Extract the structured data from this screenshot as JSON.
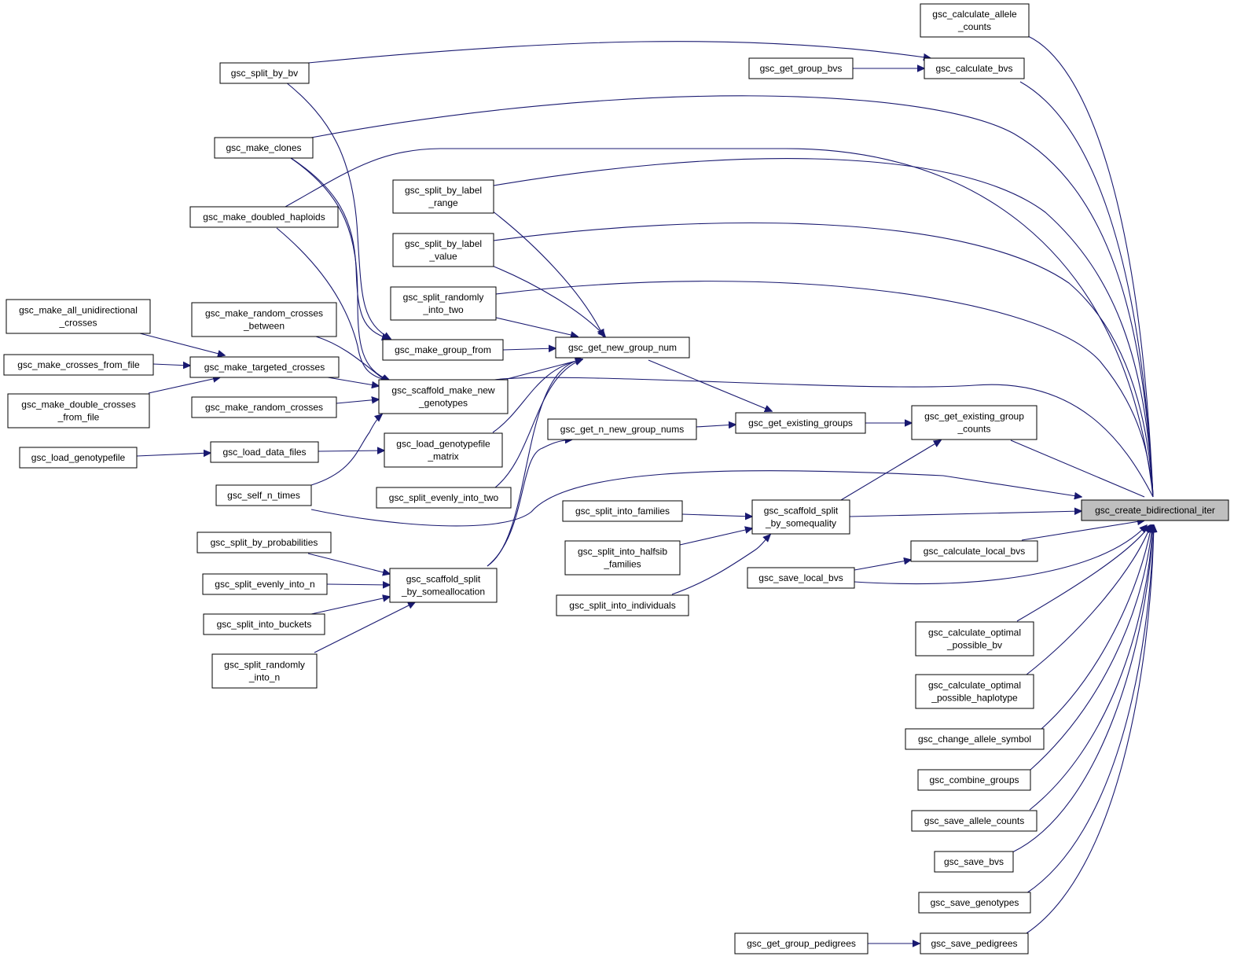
{
  "graph": {
    "colors": {
      "edge": "#191970",
      "node_border": "#000000",
      "node_fill": "#ffffff",
      "highlight_fill": "#bfbfbf"
    },
    "focus": "gsc_create_bidirectional_iter",
    "nodes": {
      "calc_allele_counts": {
        "lines": [
          "gsc_calculate_allele",
          "_counts"
        ]
      },
      "get_group_bvs": {
        "lines": [
          "gsc_get_group_bvs"
        ]
      },
      "calc_bvs": {
        "lines": [
          "gsc_calculate_bvs"
        ]
      },
      "split_by_bv": {
        "lines": [
          "gsc_split_by_bv"
        ]
      },
      "make_clones": {
        "lines": [
          "gsc_make_clones"
        ]
      },
      "split_label_range": {
        "lines": [
          "gsc_split_by_label",
          "_range"
        ]
      },
      "make_dh": {
        "lines": [
          "gsc_make_doubled_haploids"
        ]
      },
      "split_label_value": {
        "lines": [
          "gsc_split_by_label",
          "_value"
        ]
      },
      "split_rand_two": {
        "lines": [
          "gsc_split_randomly",
          "_into_two"
        ]
      },
      "make_all_uni": {
        "lines": [
          "gsc_make_all_unidirectional",
          "_crosses"
        ]
      },
      "make_rand_between": {
        "lines": [
          "gsc_make_random_crosses",
          "_between"
        ]
      },
      "make_group_from": {
        "lines": [
          "gsc_make_group_from"
        ]
      },
      "get_new_group_num": {
        "lines": [
          "gsc_get_new_group_num"
        ]
      },
      "make_crosses_file": {
        "lines": [
          "gsc_make_crosses_from_file"
        ]
      },
      "make_targeted": {
        "lines": [
          "gsc_make_targeted_crosses"
        ]
      },
      "scaffold_new_geno": {
        "lines": [
          "gsc_scaffold_make_new",
          "_genotypes"
        ]
      },
      "make_double_file": {
        "lines": [
          "gsc_make_double_crosses",
          "_from_file"
        ]
      },
      "make_rand_crosses": {
        "lines": [
          "gsc_make_random_crosses"
        ]
      },
      "get_existing_groups": {
        "lines": [
          "gsc_get_existing_groups"
        ]
      },
      "get_existing_counts": {
        "lines": [
          "gsc_get_existing_group",
          "_counts"
        ]
      },
      "get_n_new_nums": {
        "lines": [
          "gsc_get_n_new_group_nums"
        ]
      },
      "load_geno_file": {
        "lines": [
          "gsc_load_genotypefile"
        ]
      },
      "load_data_files": {
        "lines": [
          "gsc_load_data_files"
        ]
      },
      "load_geno_matrix": {
        "lines": [
          "gsc_load_genotypefile",
          "_matrix"
        ]
      },
      "self_n_times": {
        "lines": [
          "gsc_self_n_times"
        ]
      },
      "split_even_two": {
        "lines": [
          "gsc_split_evenly_into_two"
        ]
      },
      "split_families": {
        "lines": [
          "gsc_split_into_families"
        ]
      },
      "scaffold_someq": {
        "lines": [
          "gsc_scaffold_split",
          "_by_somequality"
        ]
      },
      "create_bidir": {
        "lines": [
          "gsc_create_bidirectional_iter"
        ]
      },
      "split_halfsib": {
        "lines": [
          "gsc_split_into_halfsib",
          "_families"
        ]
      },
      "split_probs": {
        "lines": [
          "gsc_split_by_probabilities"
        ]
      },
      "calc_local_bvs": {
        "lines": [
          "gsc_calculate_local_bvs"
        ]
      },
      "save_local_bvs": {
        "lines": [
          "gsc_save_local_bvs"
        ]
      },
      "split_even_n": {
        "lines": [
          "gsc_split_evenly_into_n"
        ]
      },
      "scaffold_somealloc": {
        "lines": [
          "gsc_scaffold_split",
          "_by_someallocation"
        ]
      },
      "split_individuals": {
        "lines": [
          "gsc_split_into_individuals"
        ]
      },
      "split_buckets": {
        "lines": [
          "gsc_split_into_buckets"
        ]
      },
      "calc_opt_bv": {
        "lines": [
          "gsc_calculate_optimal",
          "_possible_bv"
        ]
      },
      "split_rand_n": {
        "lines": [
          "gsc_split_randomly",
          "_into_n"
        ]
      },
      "calc_opt_haplo": {
        "lines": [
          "gsc_calculate_optimal",
          "_possible_haplotype"
        ]
      },
      "change_allele": {
        "lines": [
          "gsc_change_allele_symbol"
        ]
      },
      "combine_groups": {
        "lines": [
          "gsc_combine_groups"
        ]
      },
      "save_allele_counts": {
        "lines": [
          "gsc_save_allele_counts"
        ]
      },
      "save_bvs": {
        "lines": [
          "gsc_save_bvs"
        ]
      },
      "save_genotypes": {
        "lines": [
          "gsc_save_genotypes"
        ]
      },
      "get_group_pedigrees": {
        "lines": [
          "gsc_get_group_pedigrees"
        ]
      },
      "save_pedigrees": {
        "lines": [
          "gsc_save_pedigrees"
        ]
      }
    }
  }
}
